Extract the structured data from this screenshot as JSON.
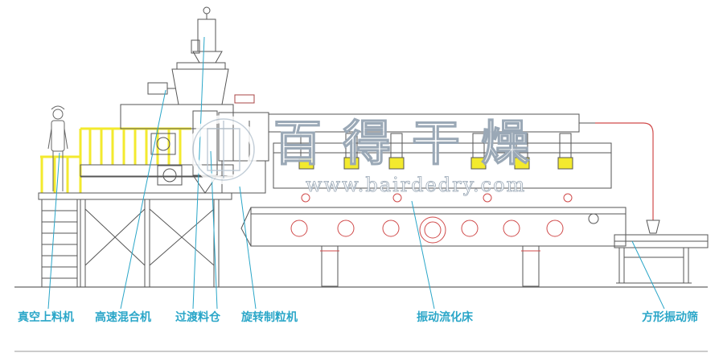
{
  "labels": {
    "vacuum_loader": "真空上料机",
    "high_speed_mixer": "高速混合机",
    "transition_silo": "过渡料仓",
    "rotary_granulator": "旋转制粒机",
    "vibrating_fluid_bed": "振动流化床",
    "square_vibrating_sieve": "方形振动筛"
  },
  "watermark": {
    "brand": "百得干燥",
    "url": "www.bairdedry.com"
  },
  "colors": {
    "line": "#555555",
    "leader": "#2aa6c8",
    "platform": "#f3ea2e",
    "pipe": "#d04a4a",
    "label": "#2aa6c8"
  }
}
